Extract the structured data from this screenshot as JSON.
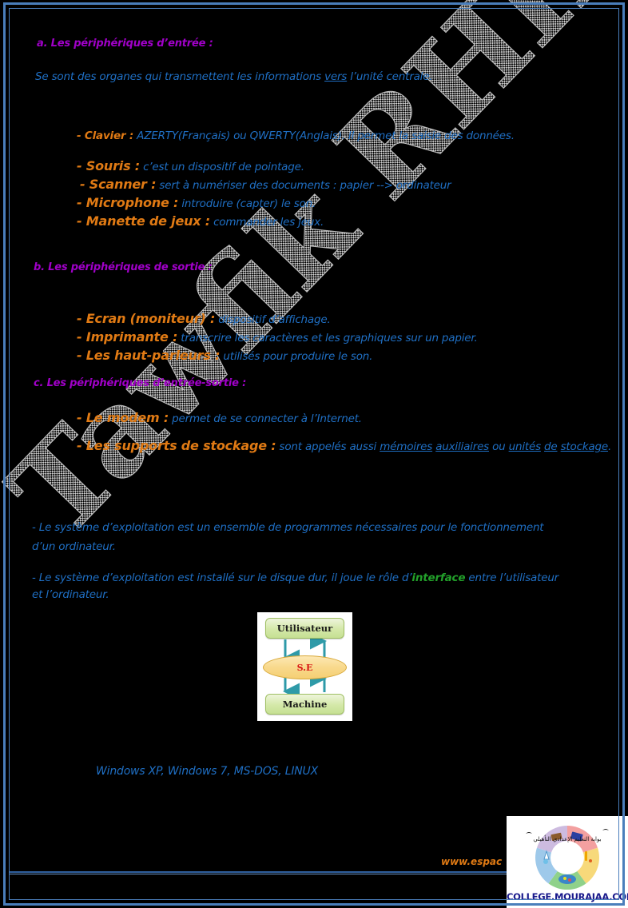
{
  "document": {
    "watermark_text": "Tawfik RHIMI",
    "sections": {
      "a": {
        "heading": "a. Les périphériques d’entrée :",
        "intro_before": "Se sont des organes qui transmettent les informations ",
        "intro_underlined": "vers",
        "intro_after": " l’unité centrale.",
        "items": [
          {
            "term": "- Clavier :",
            "desc": " AZERTY(Français) ou QWERTY(Anglais). Il permet la saisie des données."
          },
          {
            "term": "- Souris :",
            "desc": " c’est un dispositif de pointage."
          },
          {
            "term": "- Scanner :",
            "desc": " sert à numériser des documents : papier --> ordinateur"
          },
          {
            "term": "- Microphone :",
            "desc": " introduire (capter) le son."
          },
          {
            "term": "- Manette de jeux :",
            "desc": " commander les jeux."
          }
        ]
      },
      "b": {
        "heading": "b. Les périphériques de sortie :",
        "items": [
          {
            "term": "- Ecran (moniteur) :",
            "desc": " dispositif d’affichage."
          },
          {
            "term": "- Imprimante :",
            "desc": " transcrire les caractères et les graphiques sur un papier."
          },
          {
            "term": "- Les haut-parleurs :",
            "desc": " utilisés pour produire le son."
          }
        ]
      },
      "c": {
        "heading": "c. Les périphériques d’entrée-sortie :",
        "items": [
          {
            "term": "- Le modem :",
            "desc": " permet de se connecter à l’Internet."
          }
        ],
        "storage": {
          "term": "- Les supports de stockage :",
          "desc_1": " sont appelés aussi ",
          "u1": "mémoires",
          "sep1": " ",
          "u2": "auxiliaires",
          "mid": " ou ",
          "u3": "unités",
          "sep2": " ",
          "u4": "de",
          "sep3": " ",
          "u5": "stockage",
          "end": "."
        }
      }
    },
    "paragraphs": [
      {
        "line1": "- Le système d’exploitation est un ensemble de programmes nécessaires pour le fonctionnement",
        "line2": "d’un ordinateur."
      },
      {
        "line1_a": "- Le système d’exploitation est installé sur le disque dur, il joue le rôle d’",
        "line1_highlight": "interface",
        "line1_b": " entre l’utilisateur",
        "line2": "et l’ordinateur."
      }
    ],
    "examples_line": "Windows XP, Windows 7, MS-DOS, LINUX"
  },
  "diagram": {
    "top_box": "Utilisateur",
    "middle_ellipse": "S.E",
    "bottom_box": "Machine"
  },
  "footer": {
    "url": "www.espac",
    "logo_caption": "COLLEGE.MOURAJAA.COM",
    "logo_arabic": "بوابة التعليم الإعدادي التأهيلي"
  },
  "colors": {
    "heading_purple": "#a000c8",
    "body_blue": "#1f6fc4",
    "term_orange": "#e07a14",
    "highlight_green": "#22a02a",
    "border_blue": "#4a7ebb",
    "se_red": "#d81414",
    "arrow_teal": "#2e9aa8",
    "logo_navy": "#1a1a8c"
  }
}
